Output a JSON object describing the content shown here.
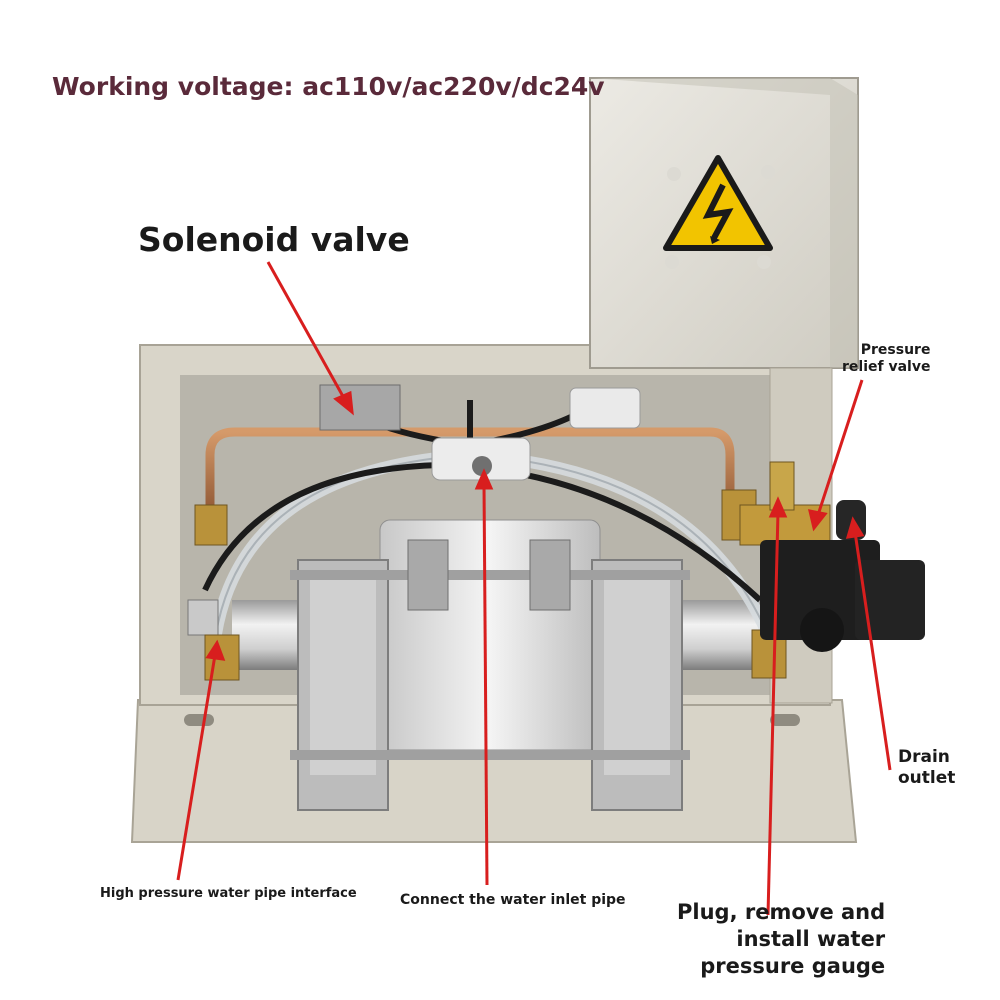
{
  "labels": {
    "voltage": "Working voltage: ac110v/ac220v/dc24v",
    "solenoid": "Solenoid valve",
    "relief_line1": "Pressure",
    "relief_line2": "relief valve",
    "drain_line1": "Drain",
    "drain_line2": "outlet",
    "hp_pipe": "High pressure water pipe interface",
    "inlet": "Connect the water inlet pipe",
    "gauge_line1": "Plug, remove and",
    "gauge_line2": "install water",
    "gauge_line3": "pressure gauge"
  },
  "colors": {
    "arrow": "#d81e1e",
    "frame": "#dcd8cc",
    "warning": "#f2c400",
    "voltage_text": "#5a2a3a"
  },
  "icons": [
    "high-voltage-warning-icon"
  ]
}
